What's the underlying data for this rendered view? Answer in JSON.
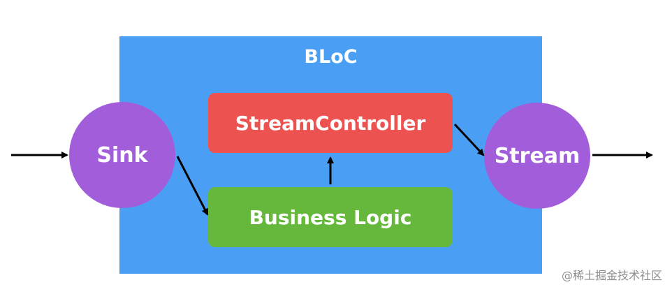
{
  "diagram": {
    "container": {
      "title": "BLoC"
    },
    "nodes": {
      "sink": "Sink",
      "stream_controller": "StreamController",
      "business_logic": "Business Logic",
      "stream": "Stream"
    },
    "edges": [
      {
        "from": "external-input",
        "to": "sink"
      },
      {
        "from": "sink",
        "to": "business_logic"
      },
      {
        "from": "business_logic",
        "to": "stream_controller"
      },
      {
        "from": "stream_controller",
        "to": "stream"
      },
      {
        "from": "stream",
        "to": "external-output"
      }
    ]
  },
  "watermark": {
    "text": "@稀土掘金技术社区"
  },
  "colors": {
    "bloc_container": "#4a9ff5",
    "stream_controller": "#ec5350",
    "business_logic": "#66b83c",
    "sink_stream": "#a25ddb",
    "arrow": "#000000",
    "text": "#ffffff"
  }
}
